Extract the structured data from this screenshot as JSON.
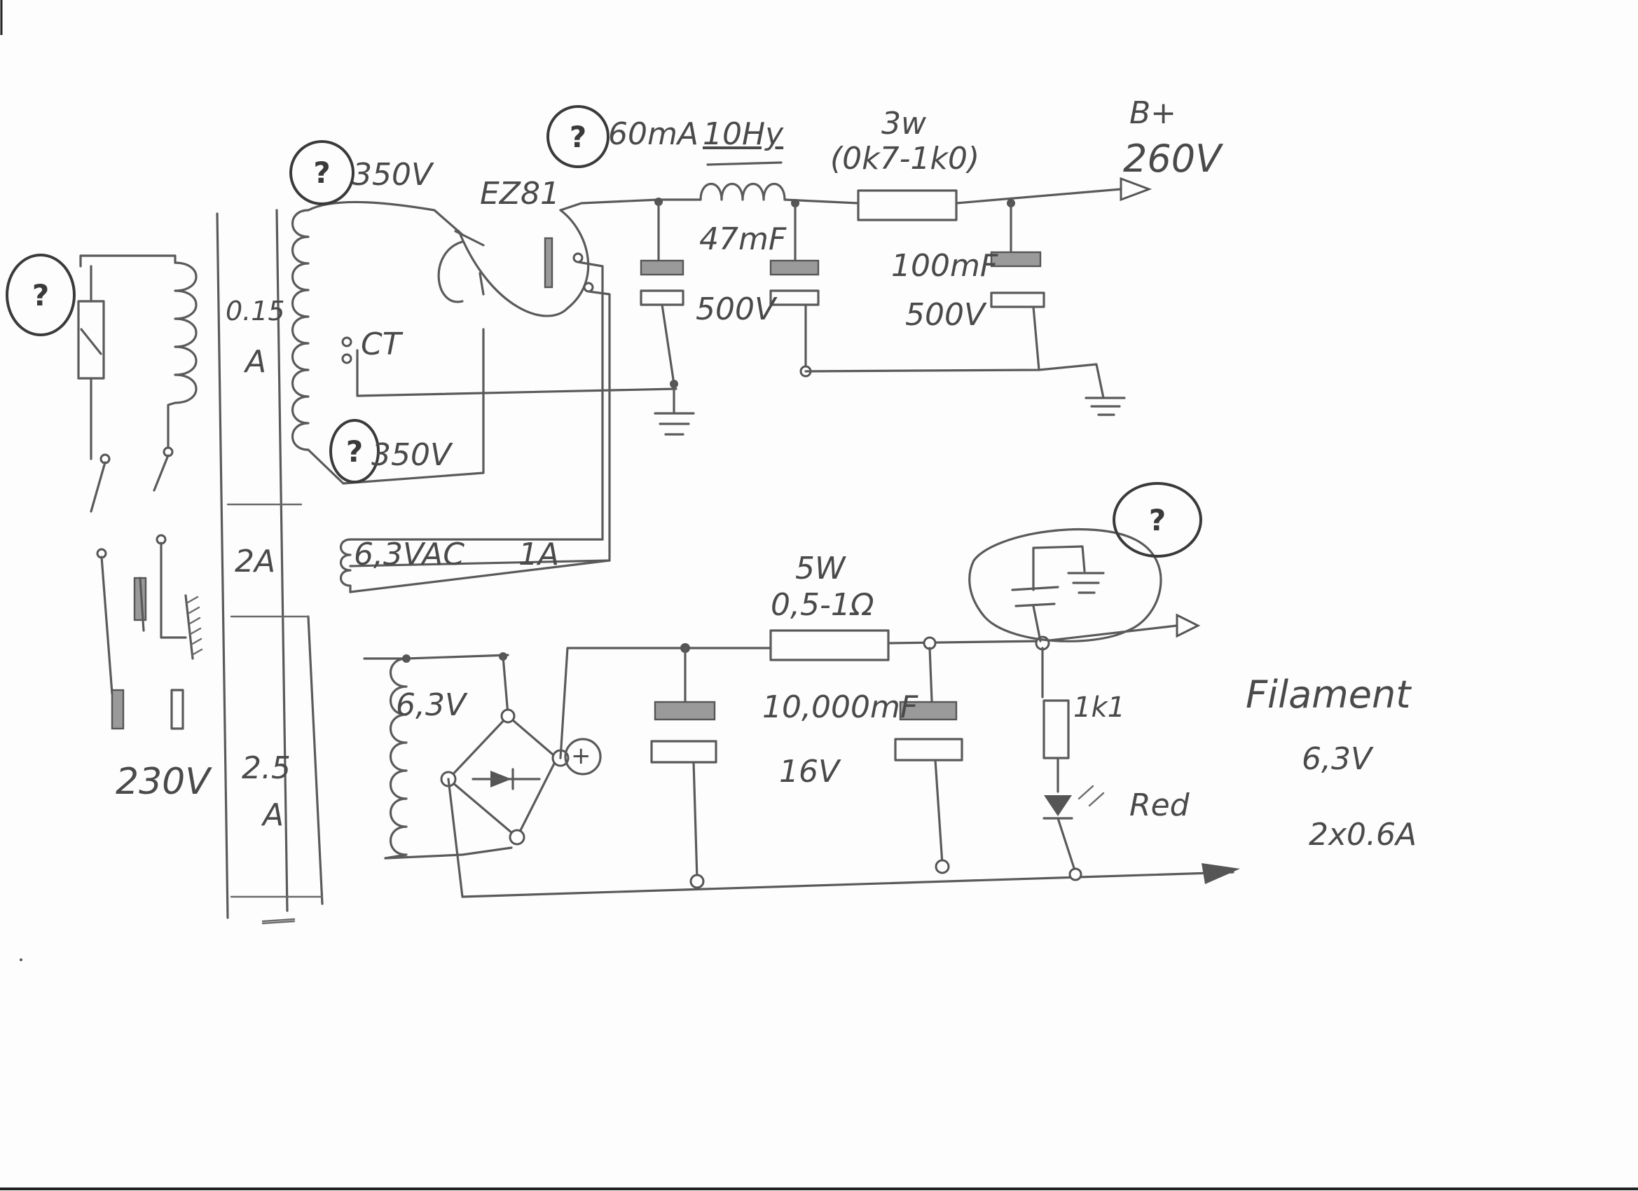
{
  "labels": {
    "rect_tube": "EZ81",
    "ht_current": "60mA",
    "choke": "10Hy",
    "r_power": "3w",
    "r_value": "(0k7-1k0)",
    "bplus": "B+",
    "bplus_v": "260V",
    "hv_top": "350V",
    "hv_bot": "350V",
    "ct": "CT",
    "cap1": "47mF",
    "cap1_v": "500V",
    "cap2": "100mF",
    "cap2_v": "500V",
    "cur_ht": "0.15",
    "cur_ht_a": "A",
    "cur_2a": "2A",
    "heater_ac": "6,3VAC",
    "heater_ac_i": "1A",
    "cur_25": "2.5",
    "cur_25_a": "A",
    "mains": "230V",
    "r2_power": "5W",
    "r2_value": "0,5-1Ω",
    "cap3": "10,000mF",
    "cap3_v": "16V",
    "sec_dc": "6,3V",
    "r_led": "1k1",
    "led": "Red",
    "fil": "Filament",
    "fil_v": "6,3V",
    "fil_i": "2x0.6A",
    "plus": "+",
    "qmark": "?"
  },
  "colors": {
    "pencil": "#4a4a4a",
    "paper": "#fdfdfd",
    "hatch": "#9a9a9a"
  }
}
